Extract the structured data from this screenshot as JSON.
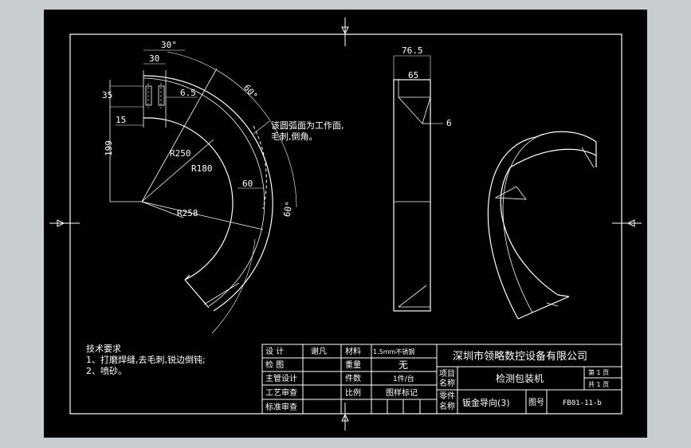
{
  "colors": {
    "background": "#c8cdd2",
    "paper": "#000000",
    "lines": "#ffffff"
  },
  "dimensions": {
    "angle_top": "30°",
    "top_30": "30",
    "d35": "35",
    "d6_5": "6.5",
    "d60_angle_right": "60°",
    "d15": "15",
    "d199": "199",
    "r250": "R250",
    "r180": "R180",
    "d60": "60",
    "d60_angle_lower": "60°",
    "r258": "R258",
    "side_76_5": "76.5",
    "side_65": "65",
    "side_6": "6"
  },
  "annotation": {
    "line1": "该圆弧面为工作面,",
    "line2": "毛刺,倒角。"
  },
  "tech_req": {
    "title": "技术要求",
    "item1": "1、打磨焊缝,去毛刺,锐边倒钝;",
    "item2": "2、喷砂。"
  },
  "title_block": {
    "design_label": "设    计",
    "designer": "谢凡",
    "material_label": "材料",
    "material": "1.5mm不锈钢",
    "check_label": "检    图",
    "weight_label": "重量",
    "weight": "无",
    "chief_label": "主管设计",
    "count_label": "件数",
    "count": "1件/台",
    "process_label": "工艺审查",
    "scale_label": "比例",
    "mark_label": "图样标记",
    "standard_label": "标准审查",
    "company": "深圳市领略数控设备有限公司",
    "project_label_1": "项目",
    "project_label_2": "名称",
    "project": "检测包装机",
    "sheet": "第 1 页",
    "total": "共 1 页",
    "part_label_1": "零件",
    "part_label_2": "名称",
    "part": "钣金导向(3)",
    "drawing_no_label": "图号",
    "drawing_no": "FB01-11-b"
  }
}
